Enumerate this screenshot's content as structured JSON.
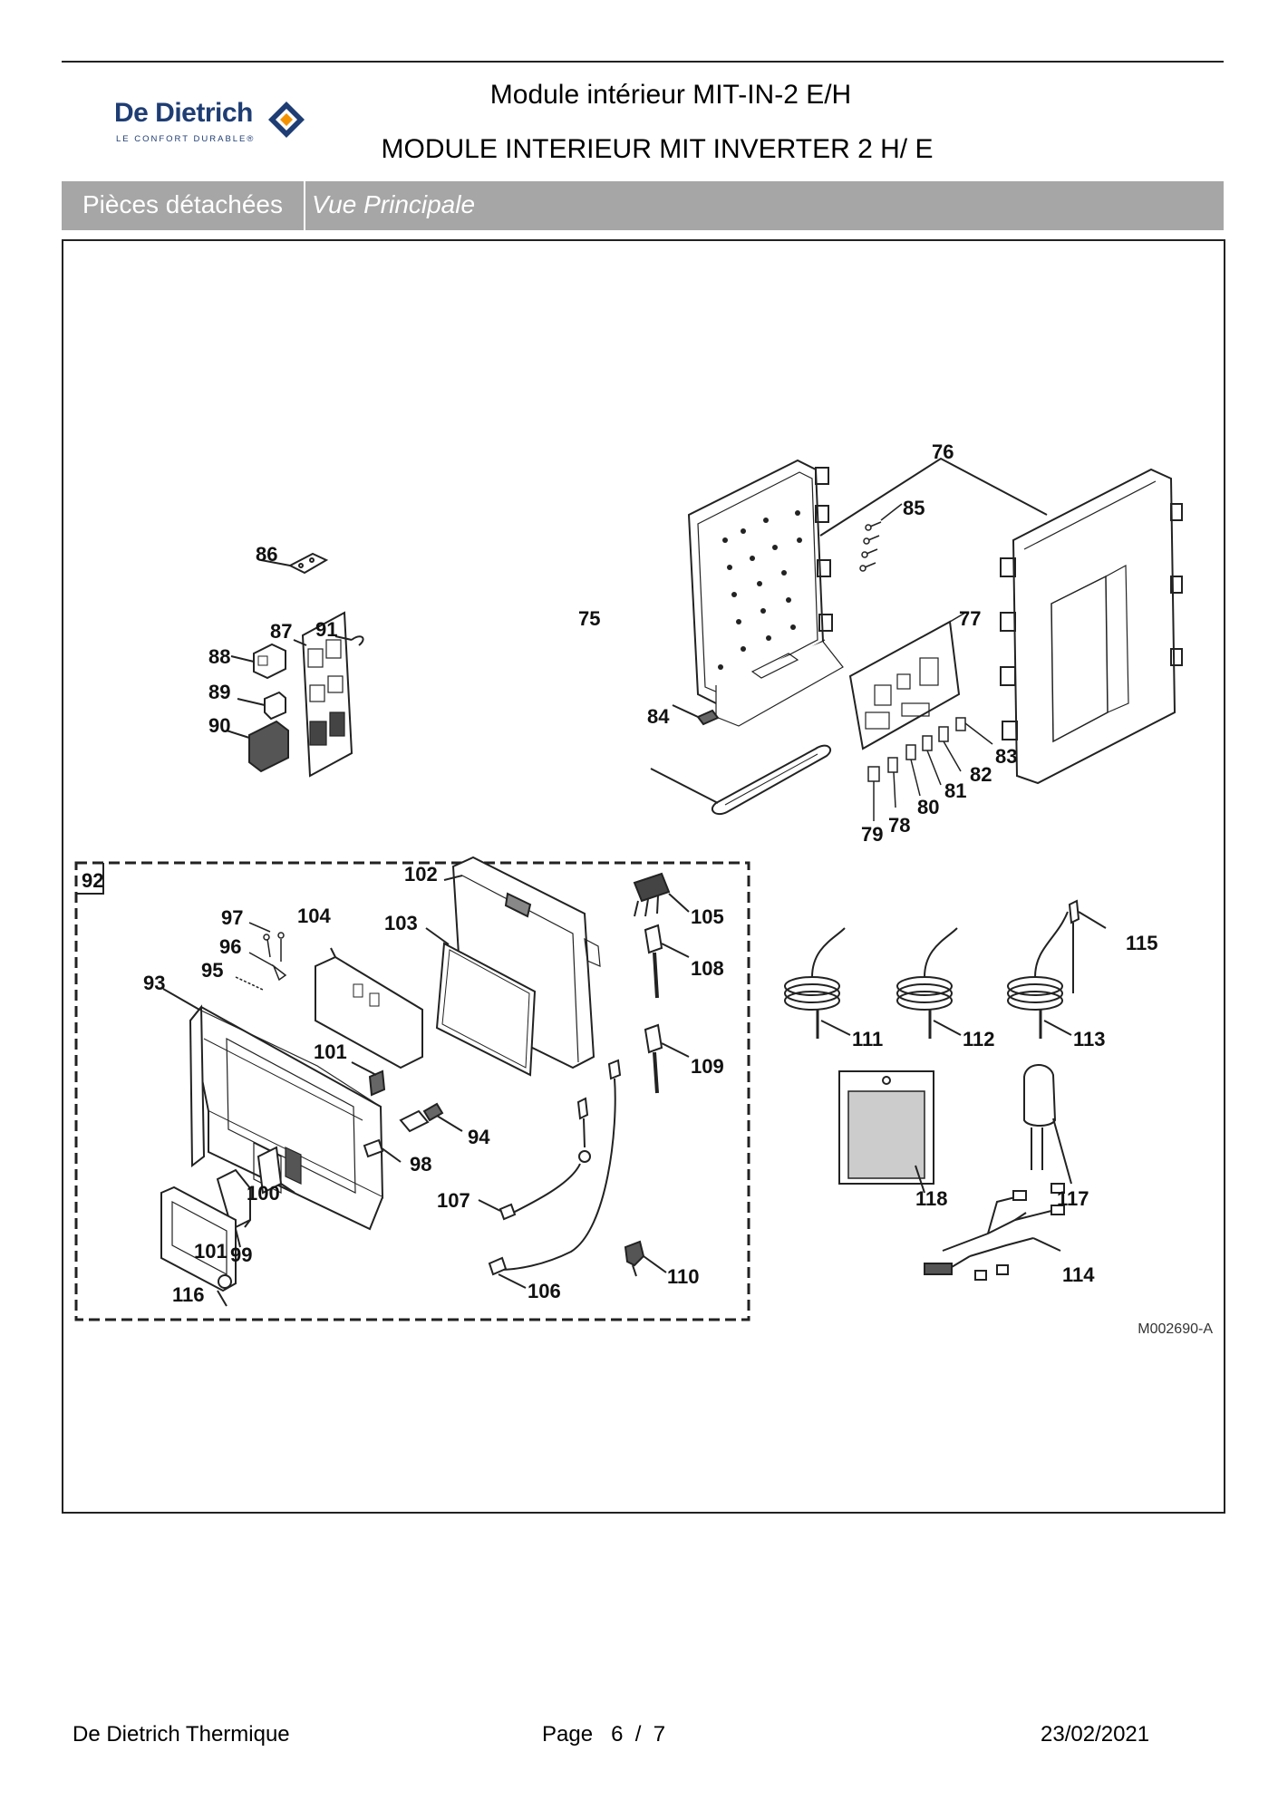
{
  "header": {
    "brand": "De Dietrich",
    "brand_tagline": "LE CONFORT DURABLE®",
    "title_line1": "Module intérieur MIT-IN-2 E/H",
    "title_line2": "MODULE INTERIEUR MIT INVERTER 2 H/ E"
  },
  "section_bar": {
    "left_label": "Pièces détachées",
    "right_label": "Vue Principale"
  },
  "drawing": {
    "reference": "M002690-A",
    "part_labels": {
      "p75": "75",
      "p76": "76",
      "p77": "77",
      "p78": "78",
      "p79": "79",
      "p80": "80",
      "p81": "81",
      "p82": "82",
      "p83": "83",
      "p84": "84",
      "p85": "85",
      "p86": "86",
      "p87": "87",
      "p88": "88",
      "p89": "89",
      "p90": "90",
      "p91": "91",
      "p92": "92",
      "p93": "93",
      "p94": "94",
      "p95": "95",
      "p96": "96",
      "p97": "97",
      "p98": "98",
      "p99": "99",
      "p100": "100",
      "p101a": "101",
      "p101b": "101",
      "p102": "102",
      "p103": "103",
      "p104": "104",
      "p105": "105",
      "p106": "106",
      "p107": "107",
      "p108": "108",
      "p109": "109",
      "p110": "110",
      "p111": "111",
      "p112": "112",
      "p113": "113",
      "p114": "114",
      "p115": "115",
      "p116": "116",
      "p117": "117",
      "p118": "118"
    }
  },
  "footer": {
    "company": "De Dietrich Thermique",
    "page_word": "Page",
    "page_current": "6",
    "page_separator": "/",
    "page_total": "7",
    "date": "23/02/2021"
  },
  "colors": {
    "bar_background": "#a6a6a6",
    "brand_blue": "#1e3d74",
    "brand_orange": "#f39200"
  }
}
